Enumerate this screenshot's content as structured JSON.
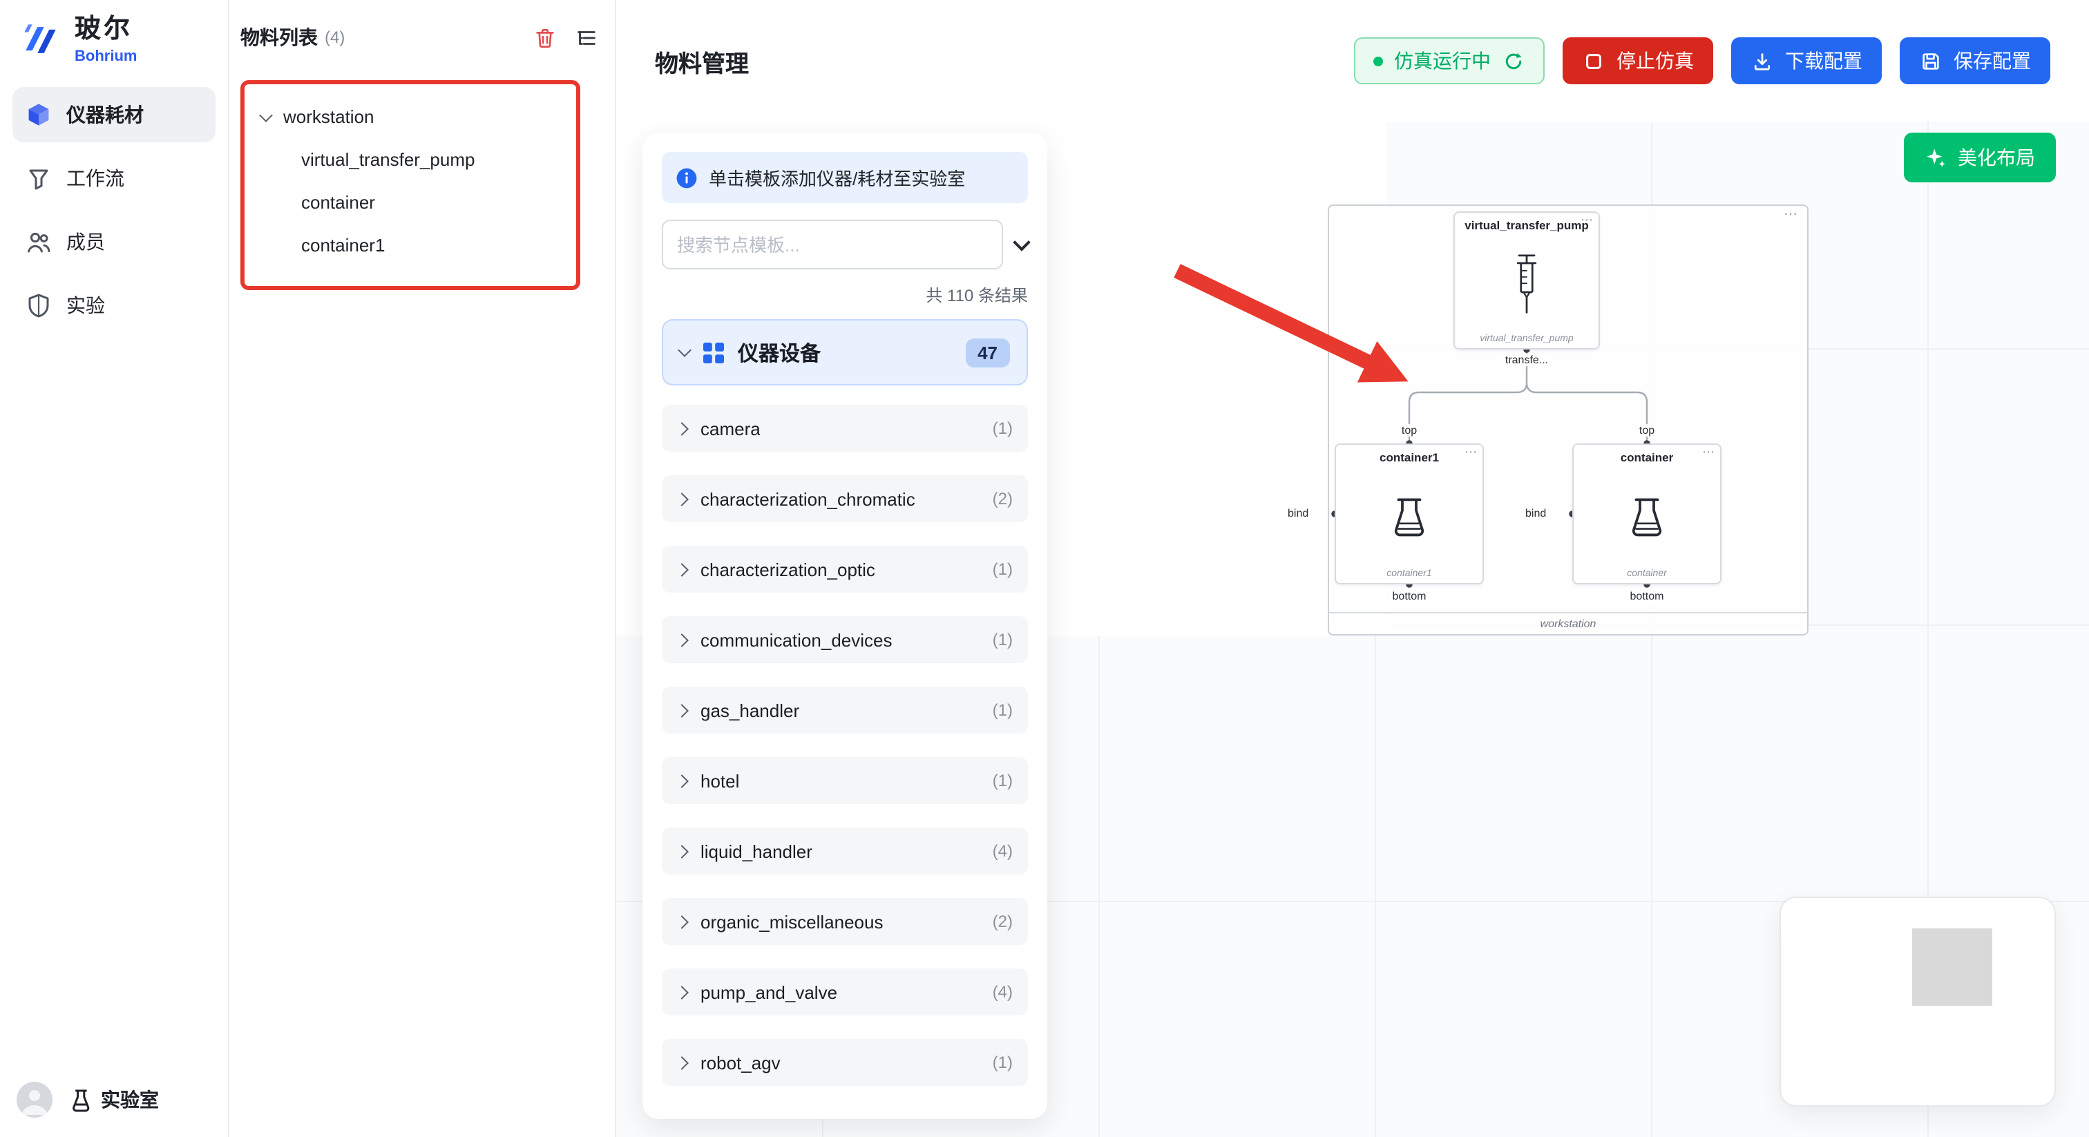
{
  "brand": {
    "cn": "玻尔",
    "en": "Bohrium"
  },
  "sidebar": {
    "items": [
      {
        "label": "仪器耗材"
      },
      {
        "label": "工作流"
      },
      {
        "label": "成员"
      },
      {
        "label": "实验"
      }
    ],
    "lab": "实验室"
  },
  "materials": {
    "title": "物料列表",
    "count": "(4)",
    "tree": {
      "root": "workstation",
      "children": [
        "virtual_transfer_pump",
        "container",
        "container1"
      ]
    }
  },
  "header": {
    "title": "物料管理",
    "status": "仿真运行中",
    "stop": "停止仿真",
    "download": "下载配置",
    "save": "保存配置"
  },
  "tpl": {
    "banner": "单击模板添加仪器/耗材至实验室",
    "search_placeholder": "搜索节点模板...",
    "results": "共 110 条结果",
    "category": {
      "label": "仪器设备",
      "count": "47"
    },
    "items": [
      {
        "label": "camera",
        "count": "(1)"
      },
      {
        "label": "characterization_chromatic",
        "count": "(2)"
      },
      {
        "label": "characterization_optic",
        "count": "(1)"
      },
      {
        "label": "communication_devices",
        "count": "(1)"
      },
      {
        "label": "gas_handler",
        "count": "(1)"
      },
      {
        "label": "hotel",
        "count": "(1)"
      },
      {
        "label": "liquid_handler",
        "count": "(4)"
      },
      {
        "label": "organic_miscellaneous",
        "count": "(2)"
      },
      {
        "label": "pump_and_valve",
        "count": "(4)"
      },
      {
        "label": "robot_agv",
        "count": "(1)"
      }
    ]
  },
  "canvas": {
    "beautify": "美化布局"
  },
  "diagram": {
    "group_label": "workstation",
    "pump": {
      "title": "virtual_transfer_pump",
      "sub": "virtual_transfer_pump",
      "port": "transfe..."
    },
    "left_container": {
      "title": "container1",
      "sub": "container1"
    },
    "right_container": {
      "title": "container",
      "sub": "container"
    },
    "port_top": "top",
    "port_bottom": "bottom",
    "bind_label": "bind"
  },
  "icons": {
    "more": "⋯"
  },
  "colors": {
    "primary_blue": "#2468f2",
    "danger_red": "#d7281e",
    "success_green": "#00ad64",
    "beautify_green": "#00bf6e",
    "annotation_red": "#e8392e"
  }
}
